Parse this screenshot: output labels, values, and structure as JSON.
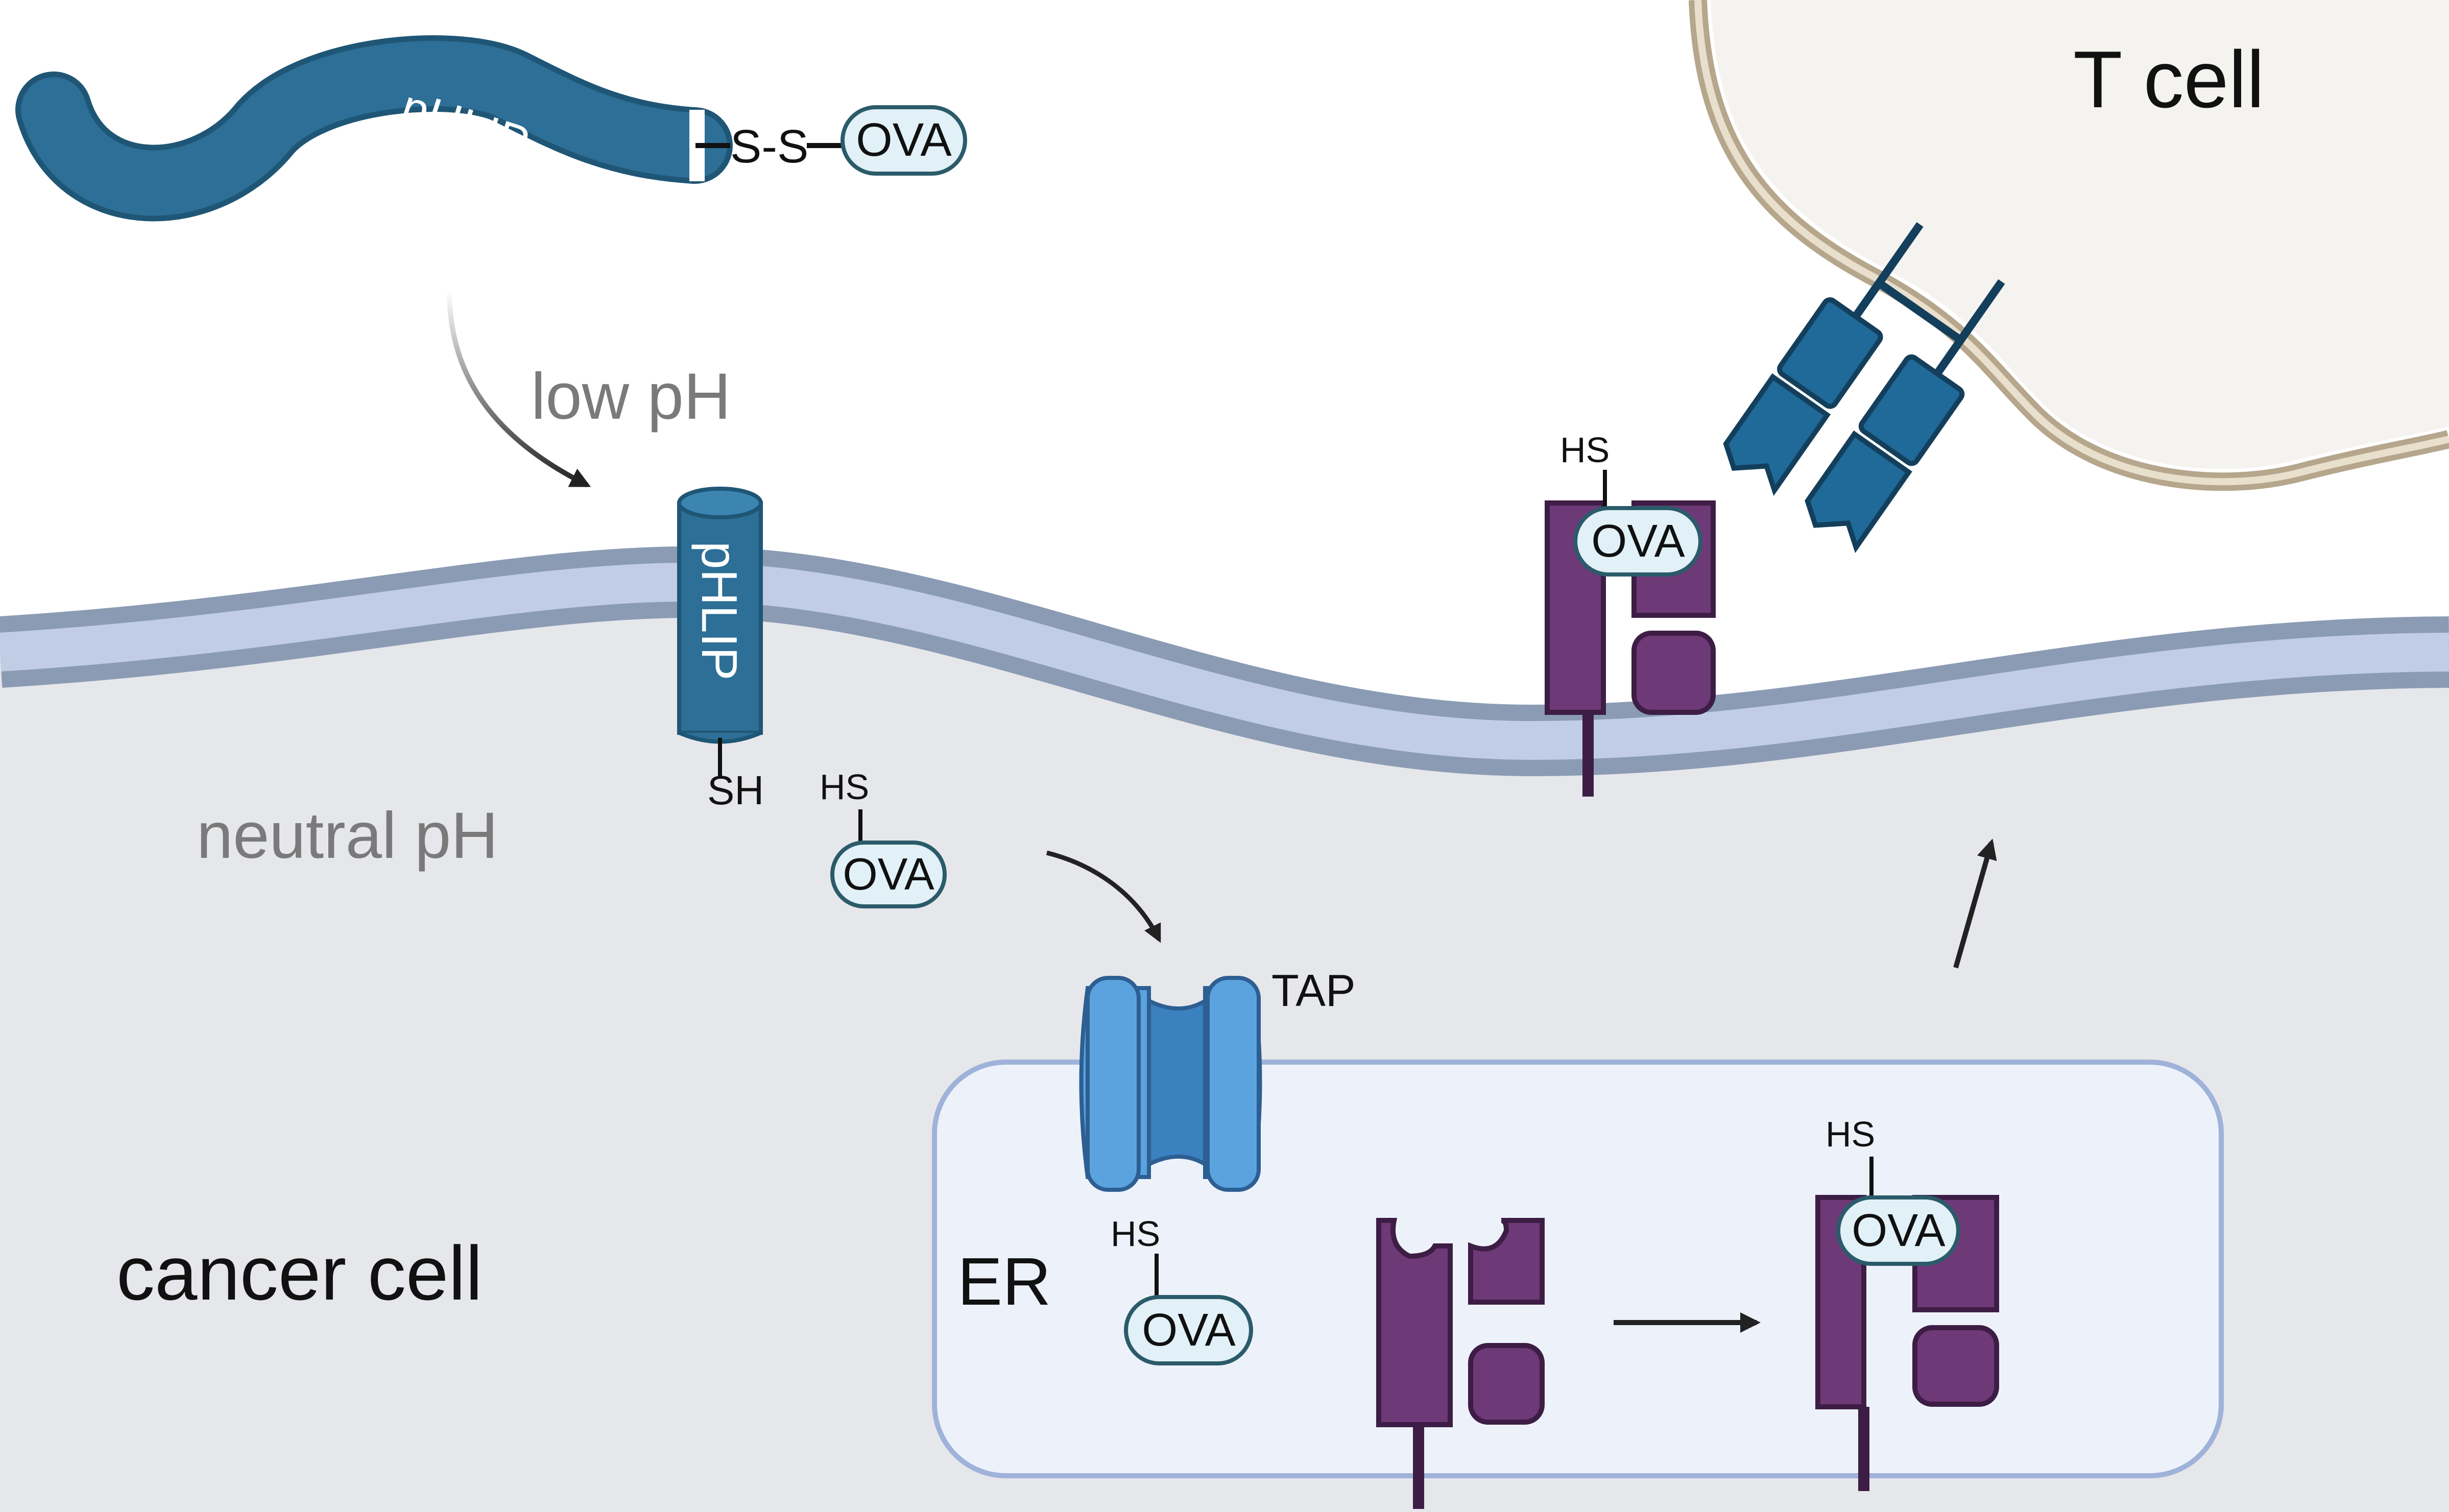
{
  "colors": {
    "cytoplasm": "#e6e7ea",
    "membrane_outer": "#8b9bb4",
    "membrane_inner": "#c0cde4",
    "tcell_fill": "#f5f3ef",
    "tcell_edge": "#b5a68c",
    "phlip": "#2d6f96",
    "phlip_dark": "#1f5676",
    "ova_fill": "#e1f1f7",
    "ova_edge": "#2b5b6a",
    "mhc": "#6e3977",
    "mhc_edge": "#3d1d45",
    "tap_light": "#5aa3df",
    "tap_dark": "#3b80bf",
    "er_fill": "#edf2fa",
    "er_edge": "#9fb2d9",
    "tcr": "#1f6a99",
    "label_gray": "#7a7a7a",
    "text_dark": "#111111"
  },
  "labels": {
    "tcell": "T cell",
    "cancer_cell": "cancer cell",
    "er": "ER",
    "low_ph": "low pH",
    "neutral_ph": "neutral pH",
    "tap": "TAP",
    "phlip": "pHLIP",
    "disulfide": "S-S",
    "ova": "OVA",
    "hs": "HS",
    "sh": "SH"
  }
}
